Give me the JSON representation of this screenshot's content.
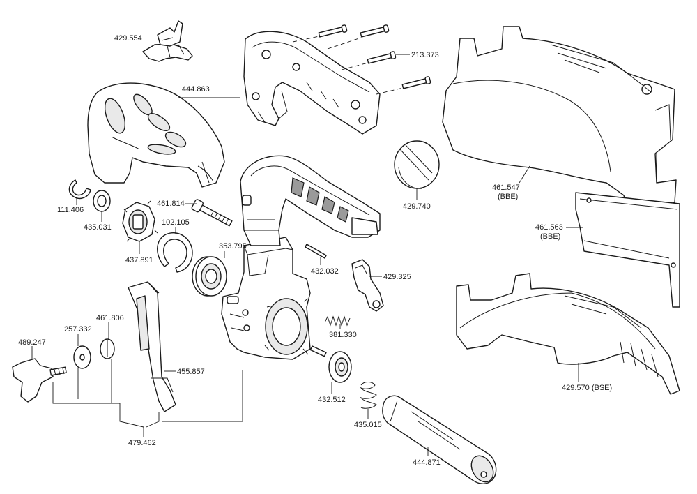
{
  "parts": {
    "p429554": "429.554",
    "p444863": "444.863",
    "p213373": "213.373",
    "p461547": "461.547",
    "p461547_sub": "(BBE)",
    "p111406": "111.406",
    "p435031": "435.031",
    "p461814": "461.814",
    "p102105": "102.105",
    "p353795": "353.795",
    "p437891": "437.891",
    "p429740": "429.740",
    "p461563": "461.563",
    "p461563_sub": "(BBE)",
    "p432032": "432.032",
    "p429325": "429.325",
    "p489247": "489.247",
    "p257332": "257.332",
    "p461806": "461.806",
    "p455857": "455.857",
    "p381330": "381.330",
    "p432512": "432.512",
    "p435015": "435.015",
    "p479462": "479.462",
    "p444871": "444.871",
    "p429570": "429.570  (BSE)"
  }
}
